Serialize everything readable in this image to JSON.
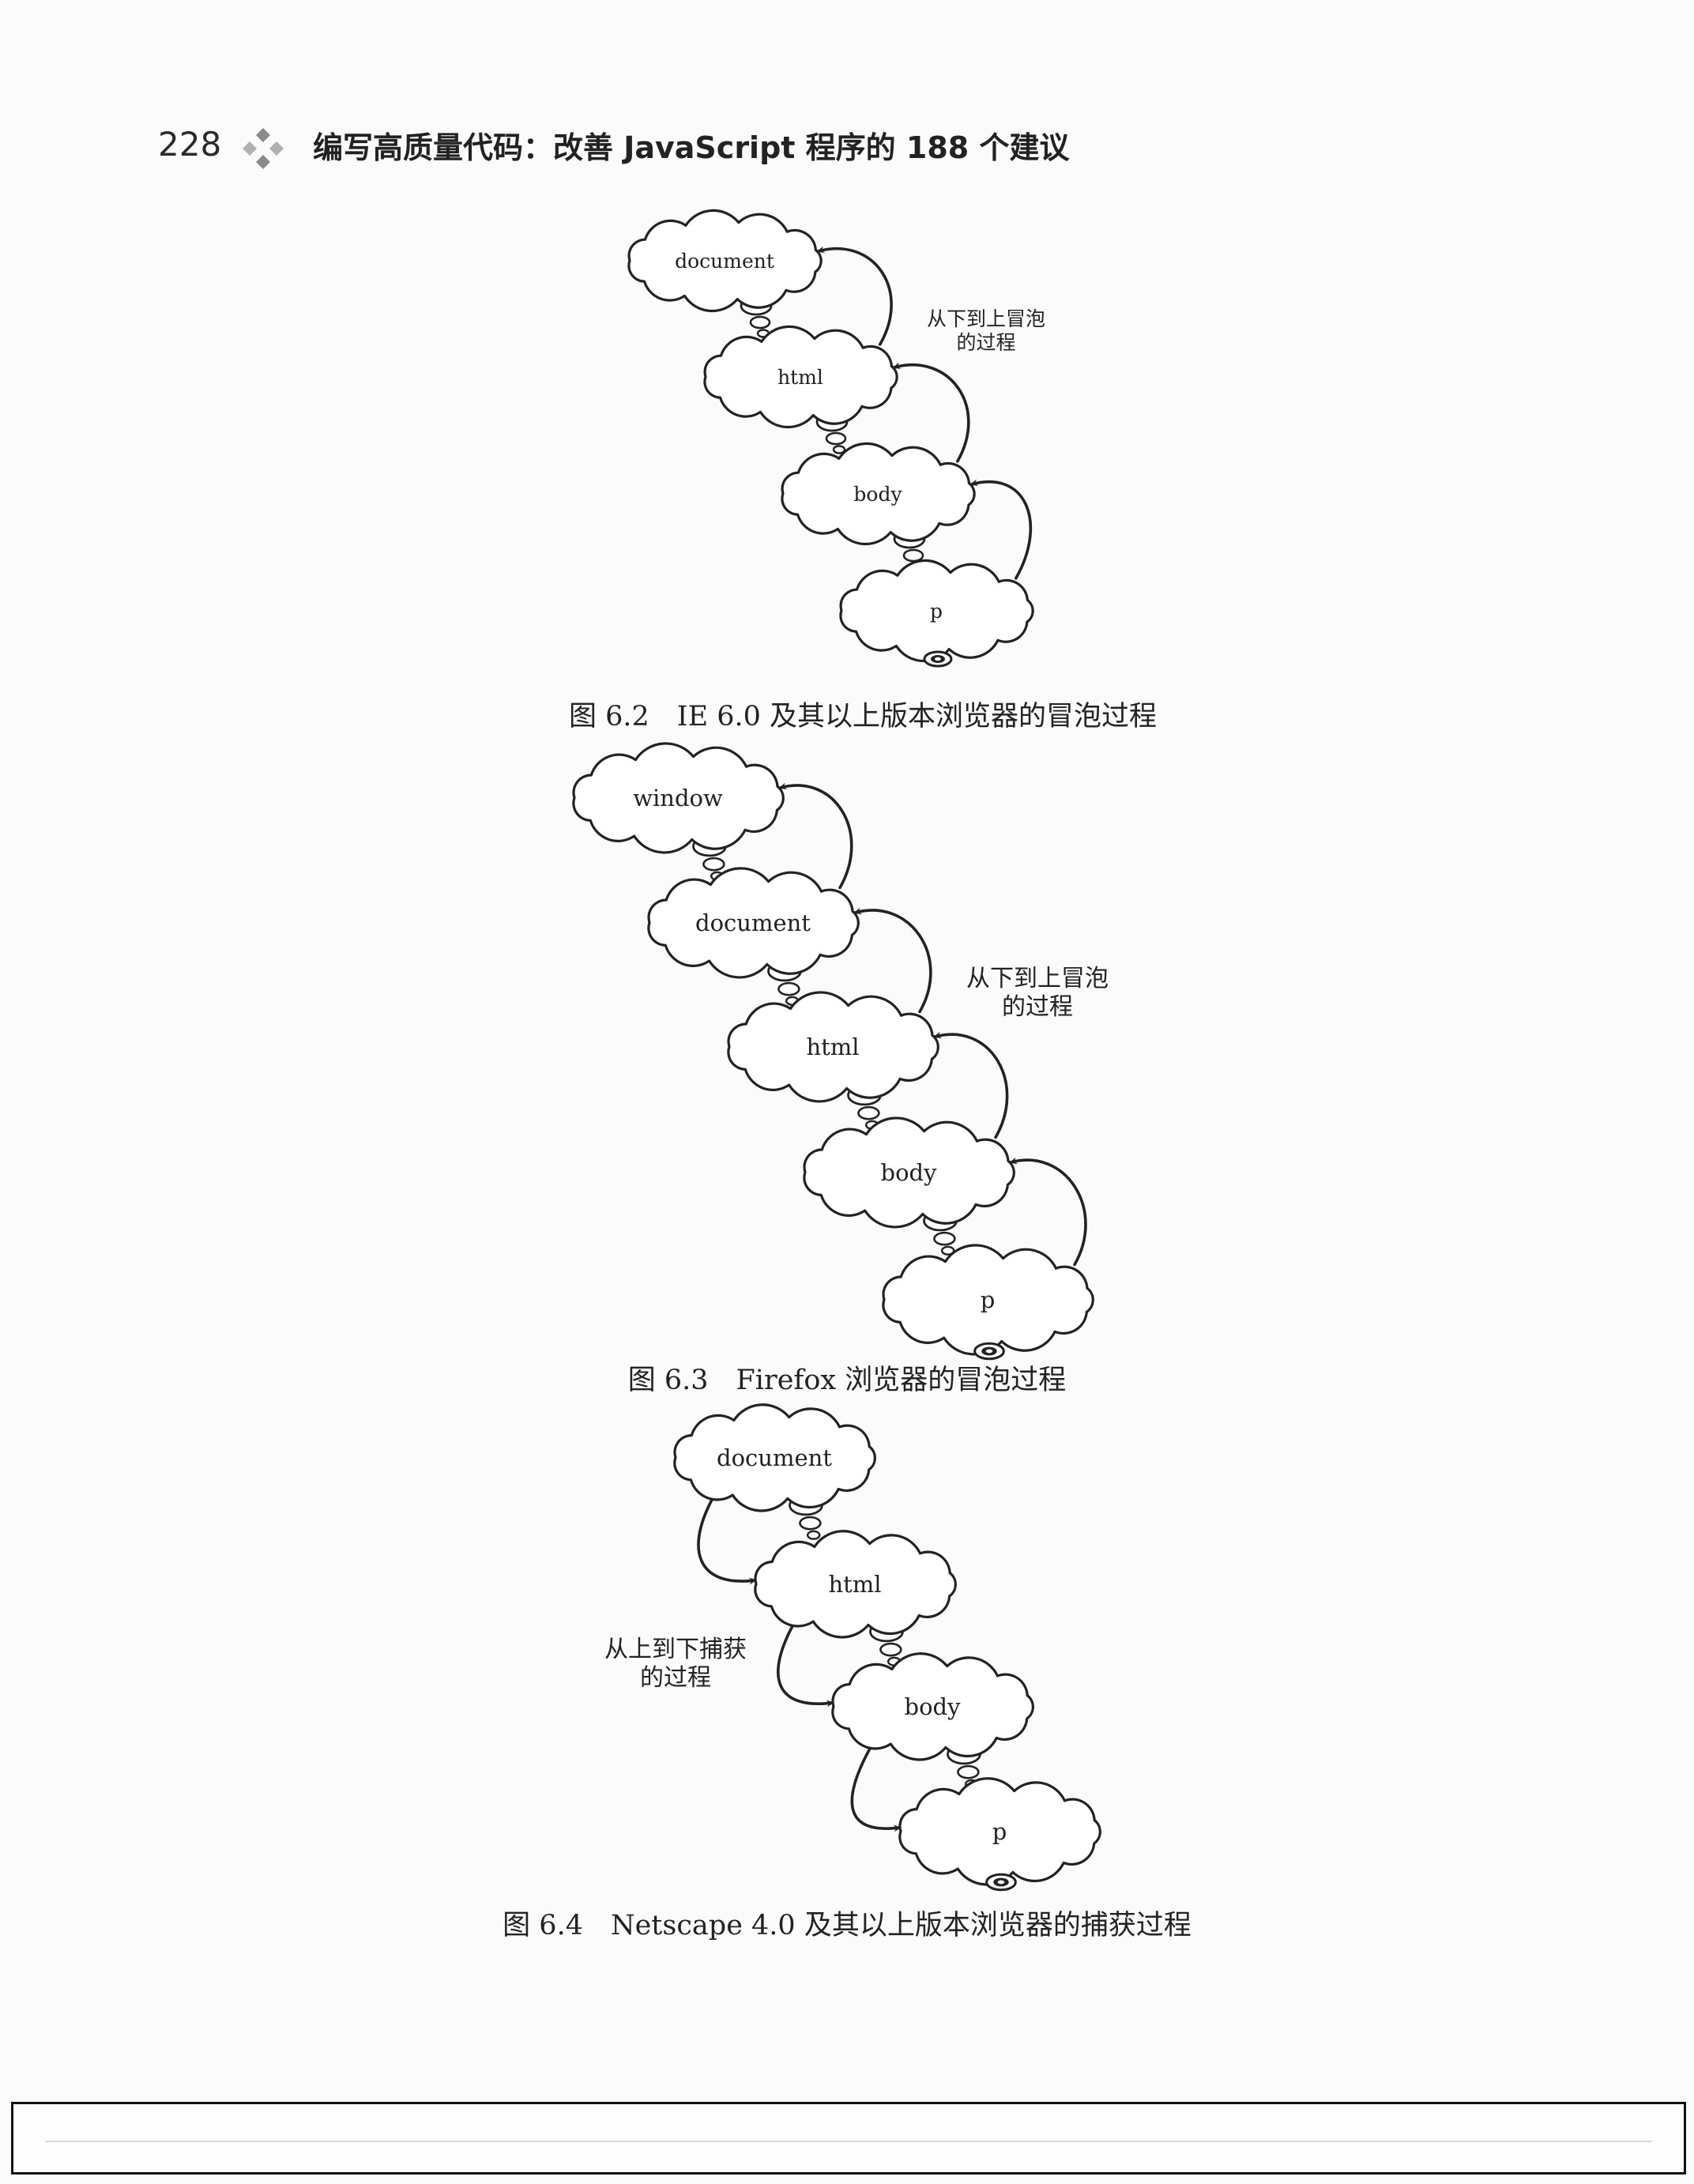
{
  "header": {
    "page_number": "228",
    "ornament_icon": "four-diamond-ornament",
    "running_title": "编写高质量代码：改善 JavaScript 程序的 188 个建议"
  },
  "figures": [
    {
      "id": "fig-6-2",
      "caption": "图 6.2　IE 6.0 及其以上版本浏览器的冒泡过程",
      "direction": "bubble",
      "annotation": [
        "从下到上冒泡",
        "的过程"
      ],
      "nodes": [
        "document",
        "html",
        "body",
        "p"
      ]
    },
    {
      "id": "fig-6-3",
      "caption": "图 6.3　Firefox 浏览器的冒泡过程",
      "direction": "bubble",
      "annotation": [
        "从下到上冒泡",
        "的过程"
      ],
      "nodes": [
        "window",
        "document",
        "html",
        "body",
        "p"
      ]
    },
    {
      "id": "fig-6-4",
      "caption": "图 6.4　Netscape 4.0 及其以上版本浏览器的捕获过程",
      "direction": "capture",
      "annotation": [
        "从上到下捕获",
        "的过程"
      ],
      "nodes": [
        "document",
        "html",
        "body",
        "p"
      ]
    }
  ],
  "colors": {
    "ink": "#222222",
    "paper": "#fbfbfb"
  }
}
